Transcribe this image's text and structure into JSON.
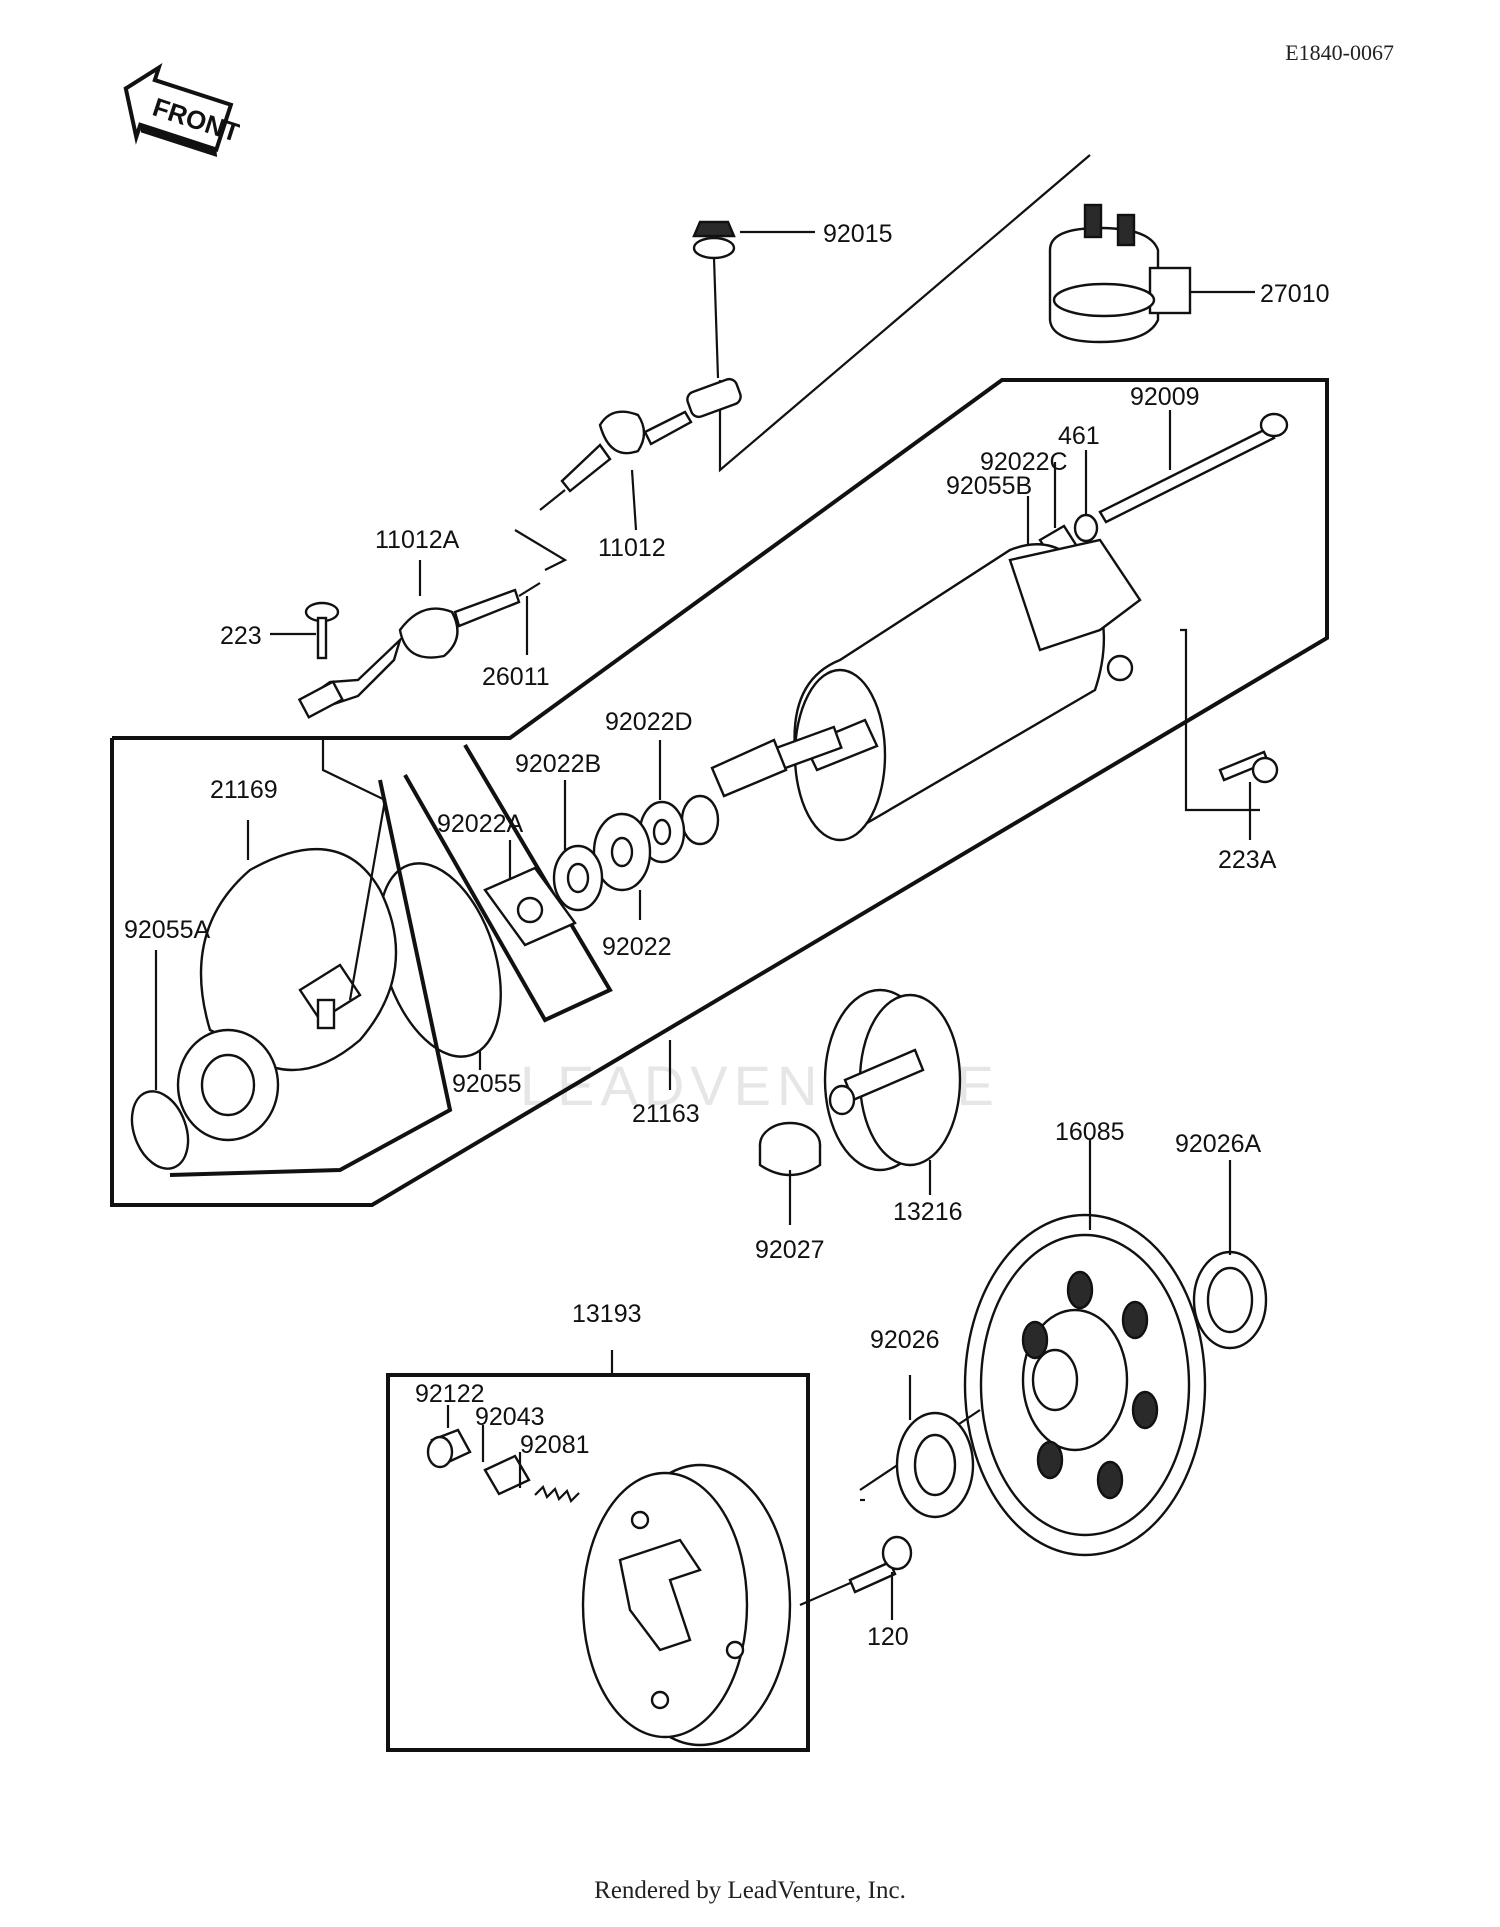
{
  "doc_id": "E1840-0067",
  "front_label": "FRONT",
  "watermark": "LEADVENTURE",
  "footer": "Rendered by LeadVenture, Inc.",
  "labels": {
    "p92015": "92015",
    "p27010": "27010",
    "p92009": "92009",
    "p461": "461",
    "p92022C": "92022C",
    "p92055B": "92055B",
    "p11012A": "11012A",
    "p11012": "11012",
    "p223": "223",
    "p26011": "26011",
    "p92022D": "92022D",
    "p92022B": "92022B",
    "p21169": "21169",
    "p92022A": "92022A",
    "p223A": "223A",
    "p92055A": "92055A",
    "p92022": "92022",
    "p92055": "92055",
    "p21163": "21163",
    "p16085": "16085",
    "p92026A": "92026A",
    "p13216": "13216",
    "p92027": "92027",
    "p13193": "13193",
    "p92026": "92026",
    "p92122": "92122",
    "p92043": "92043",
    "p92081": "92081",
    "p120": "120"
  }
}
